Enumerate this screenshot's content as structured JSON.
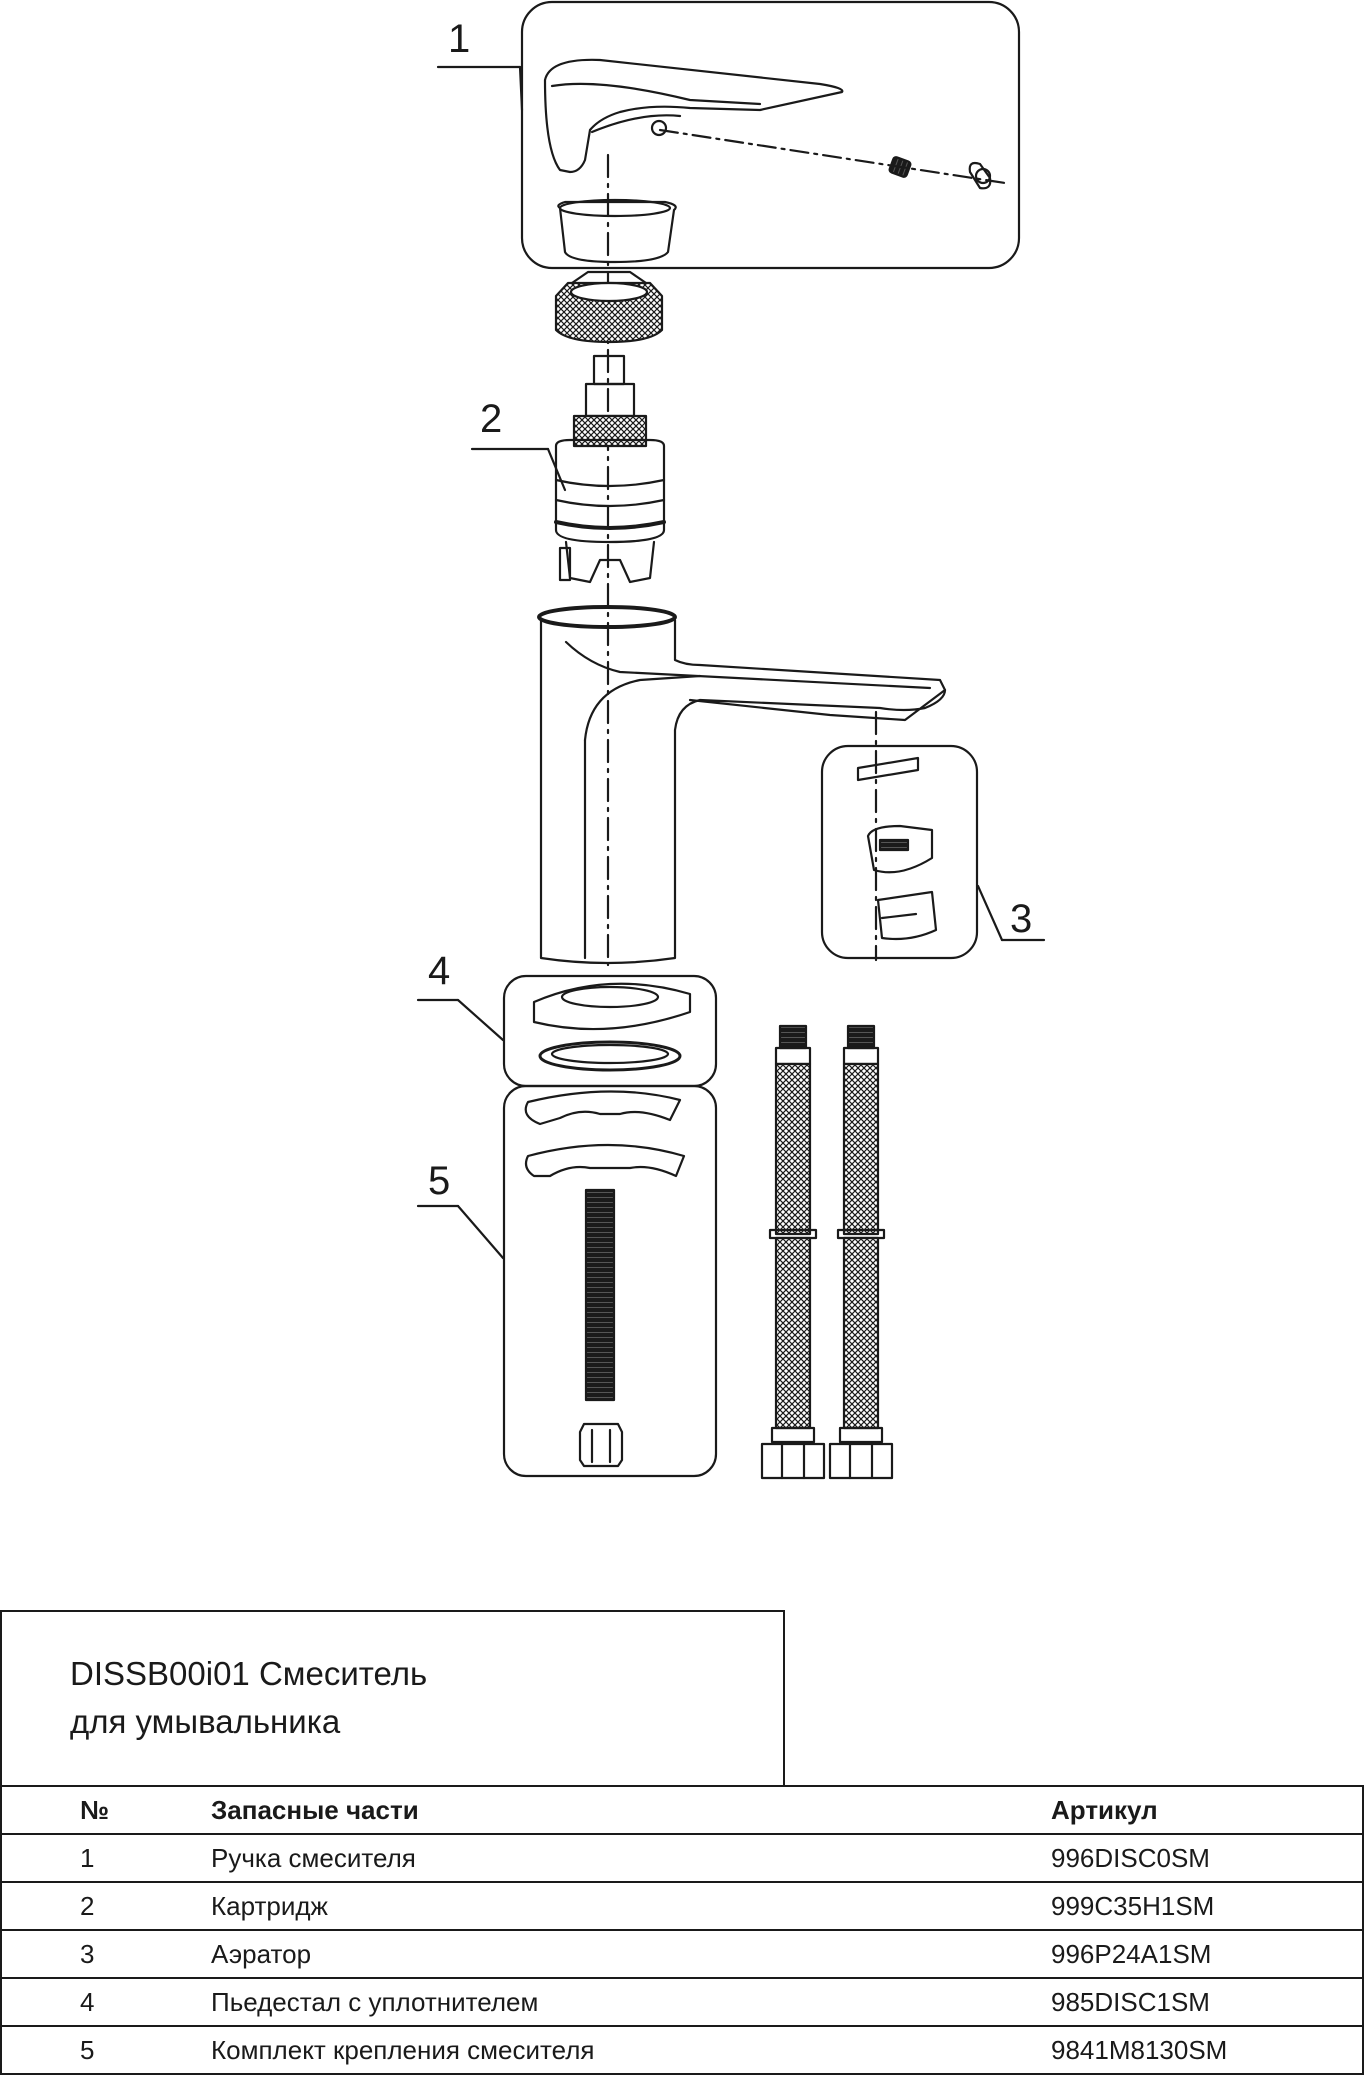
{
  "diagram": {
    "callouts": [
      "1",
      "2",
      "3",
      "4",
      "5"
    ]
  },
  "title": {
    "line1": "DISSB00i01 Смеситель",
    "line2": "для умывальника"
  },
  "table": {
    "headers": {
      "num": "№",
      "name": "Запасные части",
      "sku": "Артикул"
    },
    "rows": [
      {
        "num": "1",
        "name": "Ручка смесителя",
        "sku": "996DISC0SM"
      },
      {
        "num": "2",
        "name": "Картридж",
        "sku": "999C35H1SM"
      },
      {
        "num": "3",
        "name": "Аэратор",
        "sku": "996P24A1SM"
      },
      {
        "num": "4",
        "name": "Пьедестал с уплотнителем",
        "sku": "985DISC1SM"
      },
      {
        "num": "5",
        "name": "Комплект крепления смесителя",
        "sku": "9841M8130SM"
      }
    ]
  },
  "colors": {
    "ink": "#1a1a1a",
    "background": "#ffffff"
  }
}
